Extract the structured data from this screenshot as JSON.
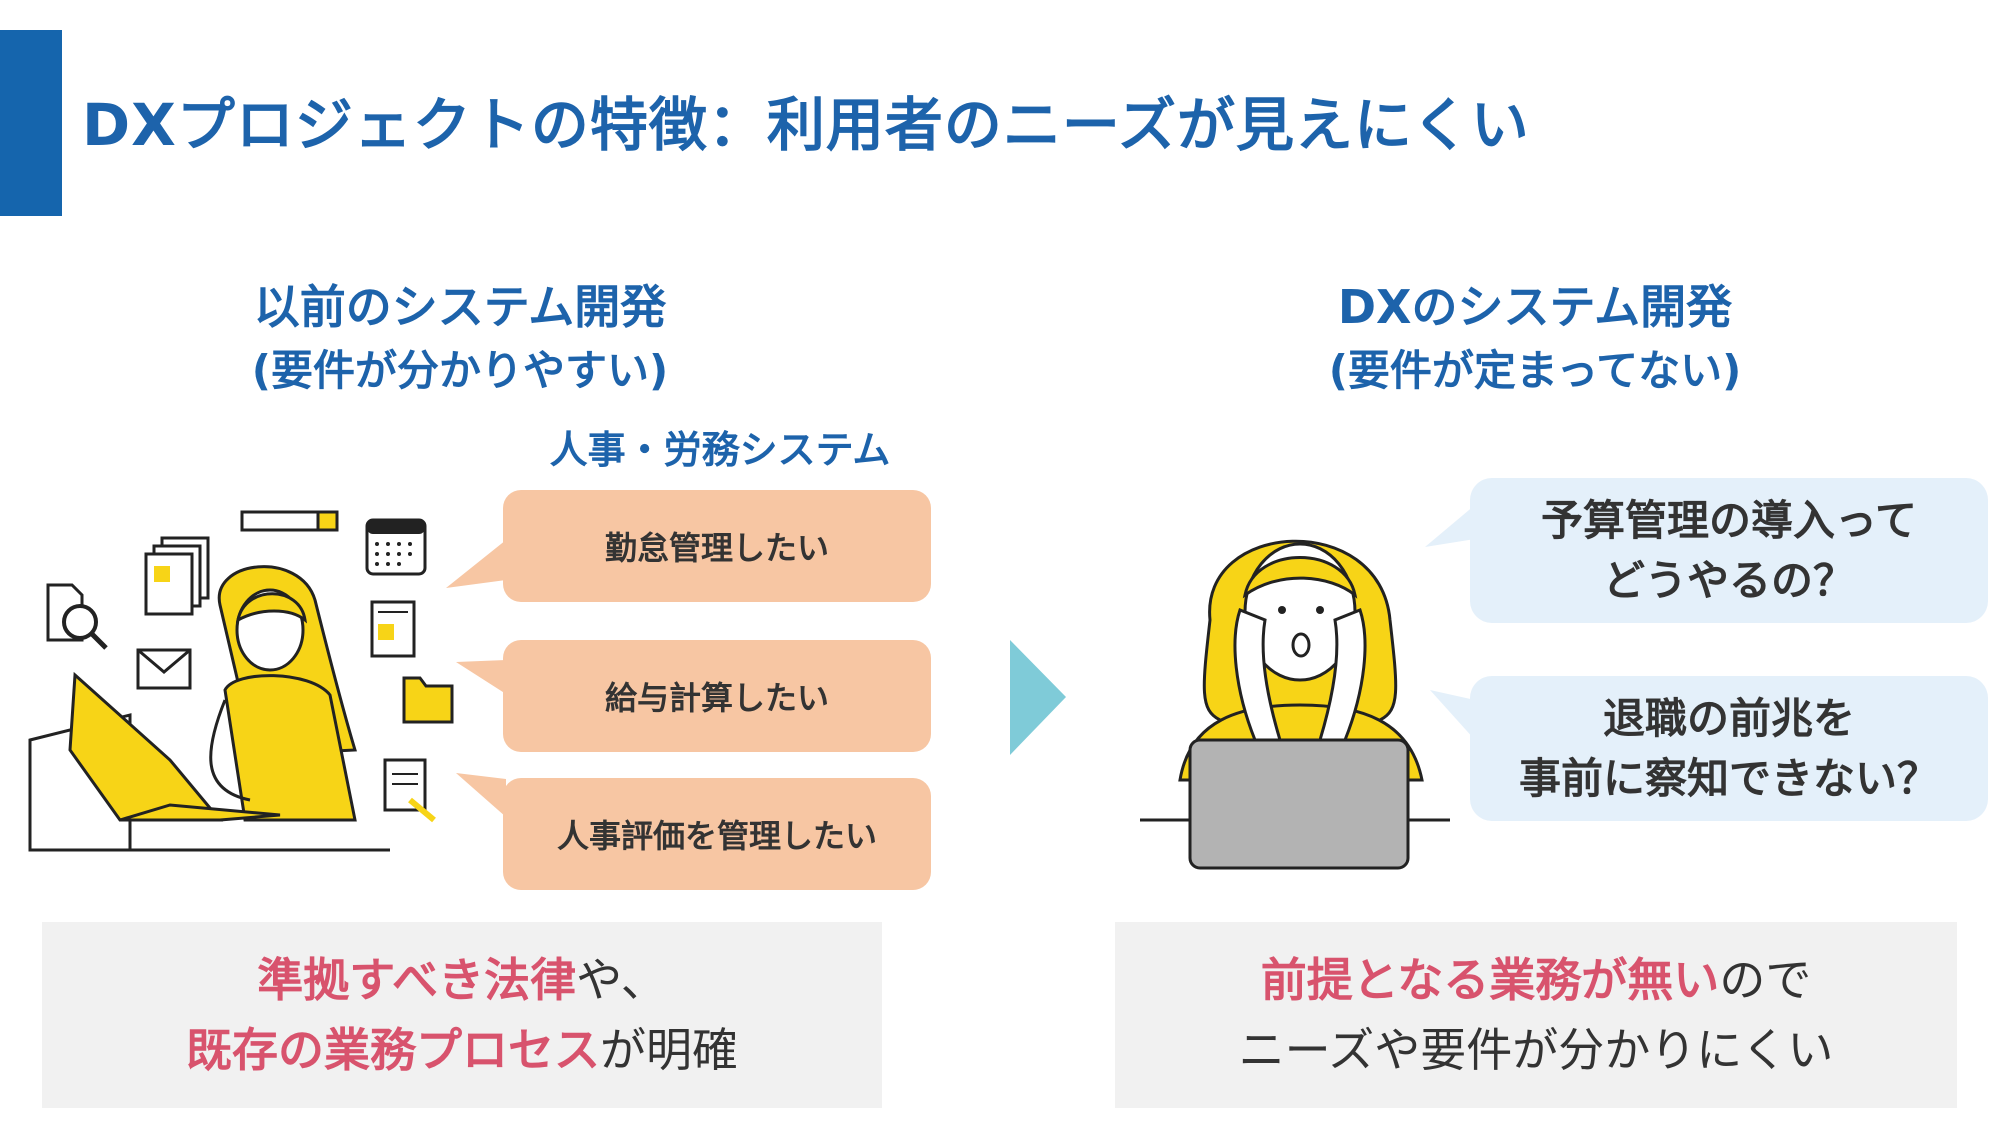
{
  "title": "DXプロジェクトの特徴：利用者のニーズが見えにくい",
  "left": {
    "heading": "以前のシステム開発",
    "subheading": "(要件が分かりやすい)",
    "system_label": "人事・労務システム",
    "bubbles": [
      "勤怠管理したい",
      "給与計算したい",
      "人事評価を管理したい"
    ],
    "summary": {
      "line1_highlight": "準拠すべき法律",
      "line1_rest": "や、",
      "line2_highlight": "既存の業務プロセス",
      "line2_rest": "が明確"
    }
  },
  "right": {
    "heading": "DXのシステム開発",
    "subheading": "(要件が定まってない)",
    "bubbles": [
      {
        "line1": "予算管理の導入って",
        "line2": "どうやるの？"
      },
      {
        "line1": "退職の前兆を",
        "line2": "事前に察知できない？"
      }
    ],
    "summary": {
      "line1_highlight": "前提となる業務が無い",
      "line1_rest": "ので",
      "line2": "ニーズや要件が分かりにくい"
    }
  },
  "colors": {
    "accent": "#1565ad",
    "title_text": "#1d63ab",
    "orange_bubble": "#f7c6a3",
    "blue_bubble": "#e4f0fa",
    "highlight": "#d8536d",
    "arrow": "#7fcbd8",
    "yellow": "#f7d417"
  }
}
